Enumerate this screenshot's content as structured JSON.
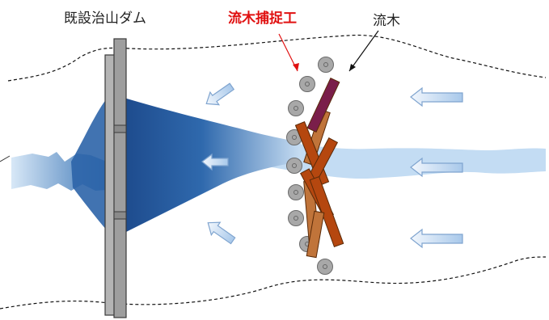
{
  "labels": {
    "dam": "既設治山ダム",
    "trap": "流木捕捉工",
    "driftwood": "流木"
  },
  "colors": {
    "label_text": "#222222",
    "trap_label": "#e01010",
    "trap_arrow": "#e01010",
    "water_dark": "#1e4f93",
    "water_light": "#b9d6f0",
    "dam_fill": "#a9a9a9",
    "dam_stroke": "#3a3a3a",
    "log_fill": "#b5470f",
    "log_fill_alt": "#c0743a",
    "log_top": "#7a1e4a",
    "post_fill": "#a8a8a8",
    "arrow_fill": "#cfe2f6",
    "arrow_stroke": "#7fa4cf"
  }
}
